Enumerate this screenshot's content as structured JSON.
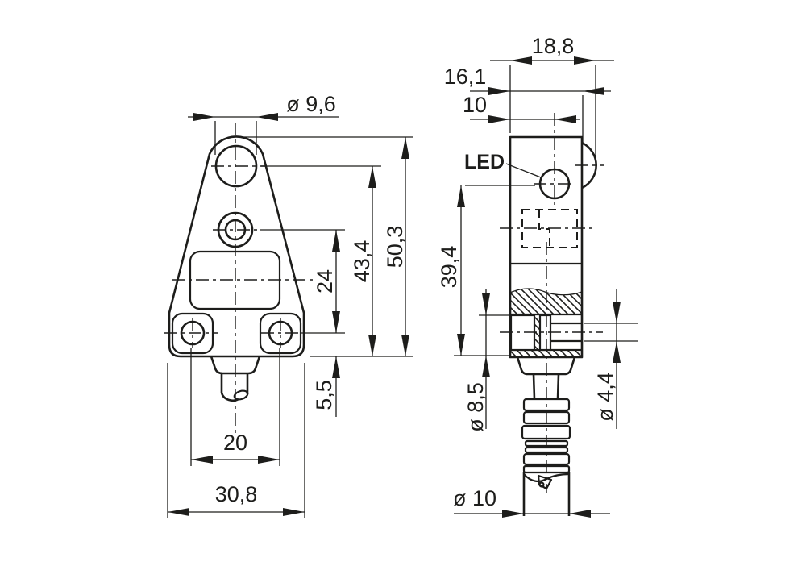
{
  "drawing": {
    "description": "Two-view technical dimension drawing of a compact limit switch with roller dome, LED indicator and cable gland",
    "line_color": "#1d1d1b",
    "background_color": "#ffffff"
  },
  "labels": {
    "led": "LED"
  },
  "front_view": {
    "dims": {
      "top_hole_diameter": "ø 9,6",
      "overall_height": "50,3",
      "top_hole_to_base": "43,4",
      "center_hole_to_mount": "24",
      "mount_to_base": "5,5",
      "mount_hole_spacing": "20",
      "overall_width": "30,8"
    }
  },
  "side_view": {
    "dims": {
      "overall_depth": "18,8",
      "body_depth": "16,1",
      "led_center_offset": "10",
      "led_to_base_height": "39,4",
      "counterbore_diameter": "ø 8,5",
      "cross_hole_diameter": "ø 4,4",
      "cable_gland_diameter": "ø 10"
    }
  }
}
